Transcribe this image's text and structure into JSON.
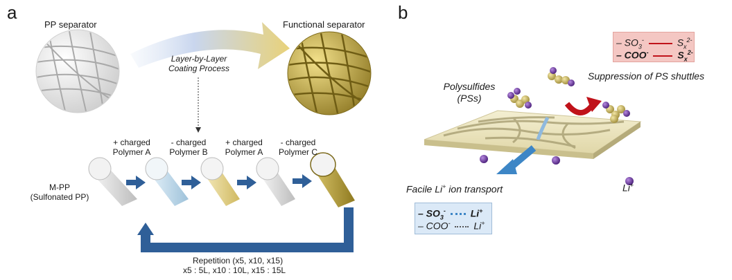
{
  "panel_a": {
    "label": "a",
    "pp_separator": "PP separator",
    "functional_separator": "Functional separator",
    "lbl_process": [
      "Layer-by-Layer",
      "Coating Process"
    ],
    "steps": [
      {
        "line1": "+ charged",
        "line2": "Polymer A"
      },
      {
        "line1": "- charged",
        "line2": "Polymer B"
      },
      {
        "line1": "+ charged",
        "line2": "Polymer A"
      },
      {
        "line1": "- charged",
        "line2": "Polymer C"
      }
    ],
    "mpp": [
      "M-PP",
      "(Sulfonated PP)"
    ],
    "repetition": [
      "Repetition (x5, x10, x15)",
      "x5 : 5L, x10 : 10L, x15 : 15L"
    ],
    "colors": {
      "arrow": "#2f5f98",
      "rod_white": "#e8e8e8",
      "rod_blue": "#bcd9ea",
      "rod_yellow": "#e6d48a",
      "rod_gold": "#b59a2e"
    }
  },
  "panel_b": {
    "label": "b",
    "polysulfides": [
      "Polysulfides",
      "(PSs)"
    ],
    "suppression": "Suppression of PS shuttles",
    "facile": "Facile Li",
    "facile_sup": "+",
    "facile_tail": " ion transport",
    "li_label": "Li",
    "li_sup": "+",
    "red_box": [
      {
        "left": "– SO",
        "left_sub": "3",
        "left_sup": "-",
        "right": "S",
        "right_sub": "x",
        "right_sup": "2-"
      },
      {
        "left": "– COO",
        "left_sup": "-",
        "right": "S",
        "right_sub": "x",
        "right_sup": "2-"
      }
    ],
    "blue_box": [
      {
        "left": "– SO",
        "left_sub": "3",
        "left_sup": "-",
        "right": "Li",
        "right_sup": "+"
      },
      {
        "left": "– COO",
        "left_sup": "-",
        "right": "Li",
        "right_sup": "+"
      }
    ],
    "colors": {
      "red_box": "#f4c7c3",
      "blue_box": "#dbe9f7",
      "sphere_purple": "#6f3fa0",
      "sphere_gold": "#d8c46a",
      "curved_red": "#c0121a",
      "arrow_blue": "#3d86c6"
    }
  }
}
